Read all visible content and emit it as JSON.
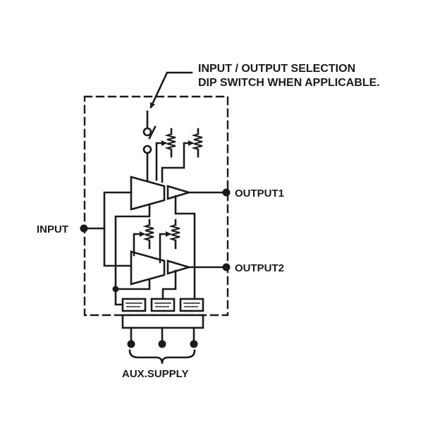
{
  "diagram": {
    "annotation": {
      "line1": "INPUT / OUTPUT SELECTION",
      "line2": "DIP SWITCH WHEN APPLICABLE."
    },
    "terminals": {
      "input": "INPUT",
      "output1": "OUTPUT1",
      "output2": "OUTPUT2",
      "aux_supply": "AUX.SUPPLY"
    },
    "components": {
      "dip_switch": "dip-switch",
      "amplifiers": [
        "amplifier-stage-1",
        "amplifier-stage-2"
      ],
      "potentiometers": 4,
      "fuses": 3
    },
    "colors": {
      "line": "#1a1a1a",
      "background": "#ffffff"
    }
  }
}
